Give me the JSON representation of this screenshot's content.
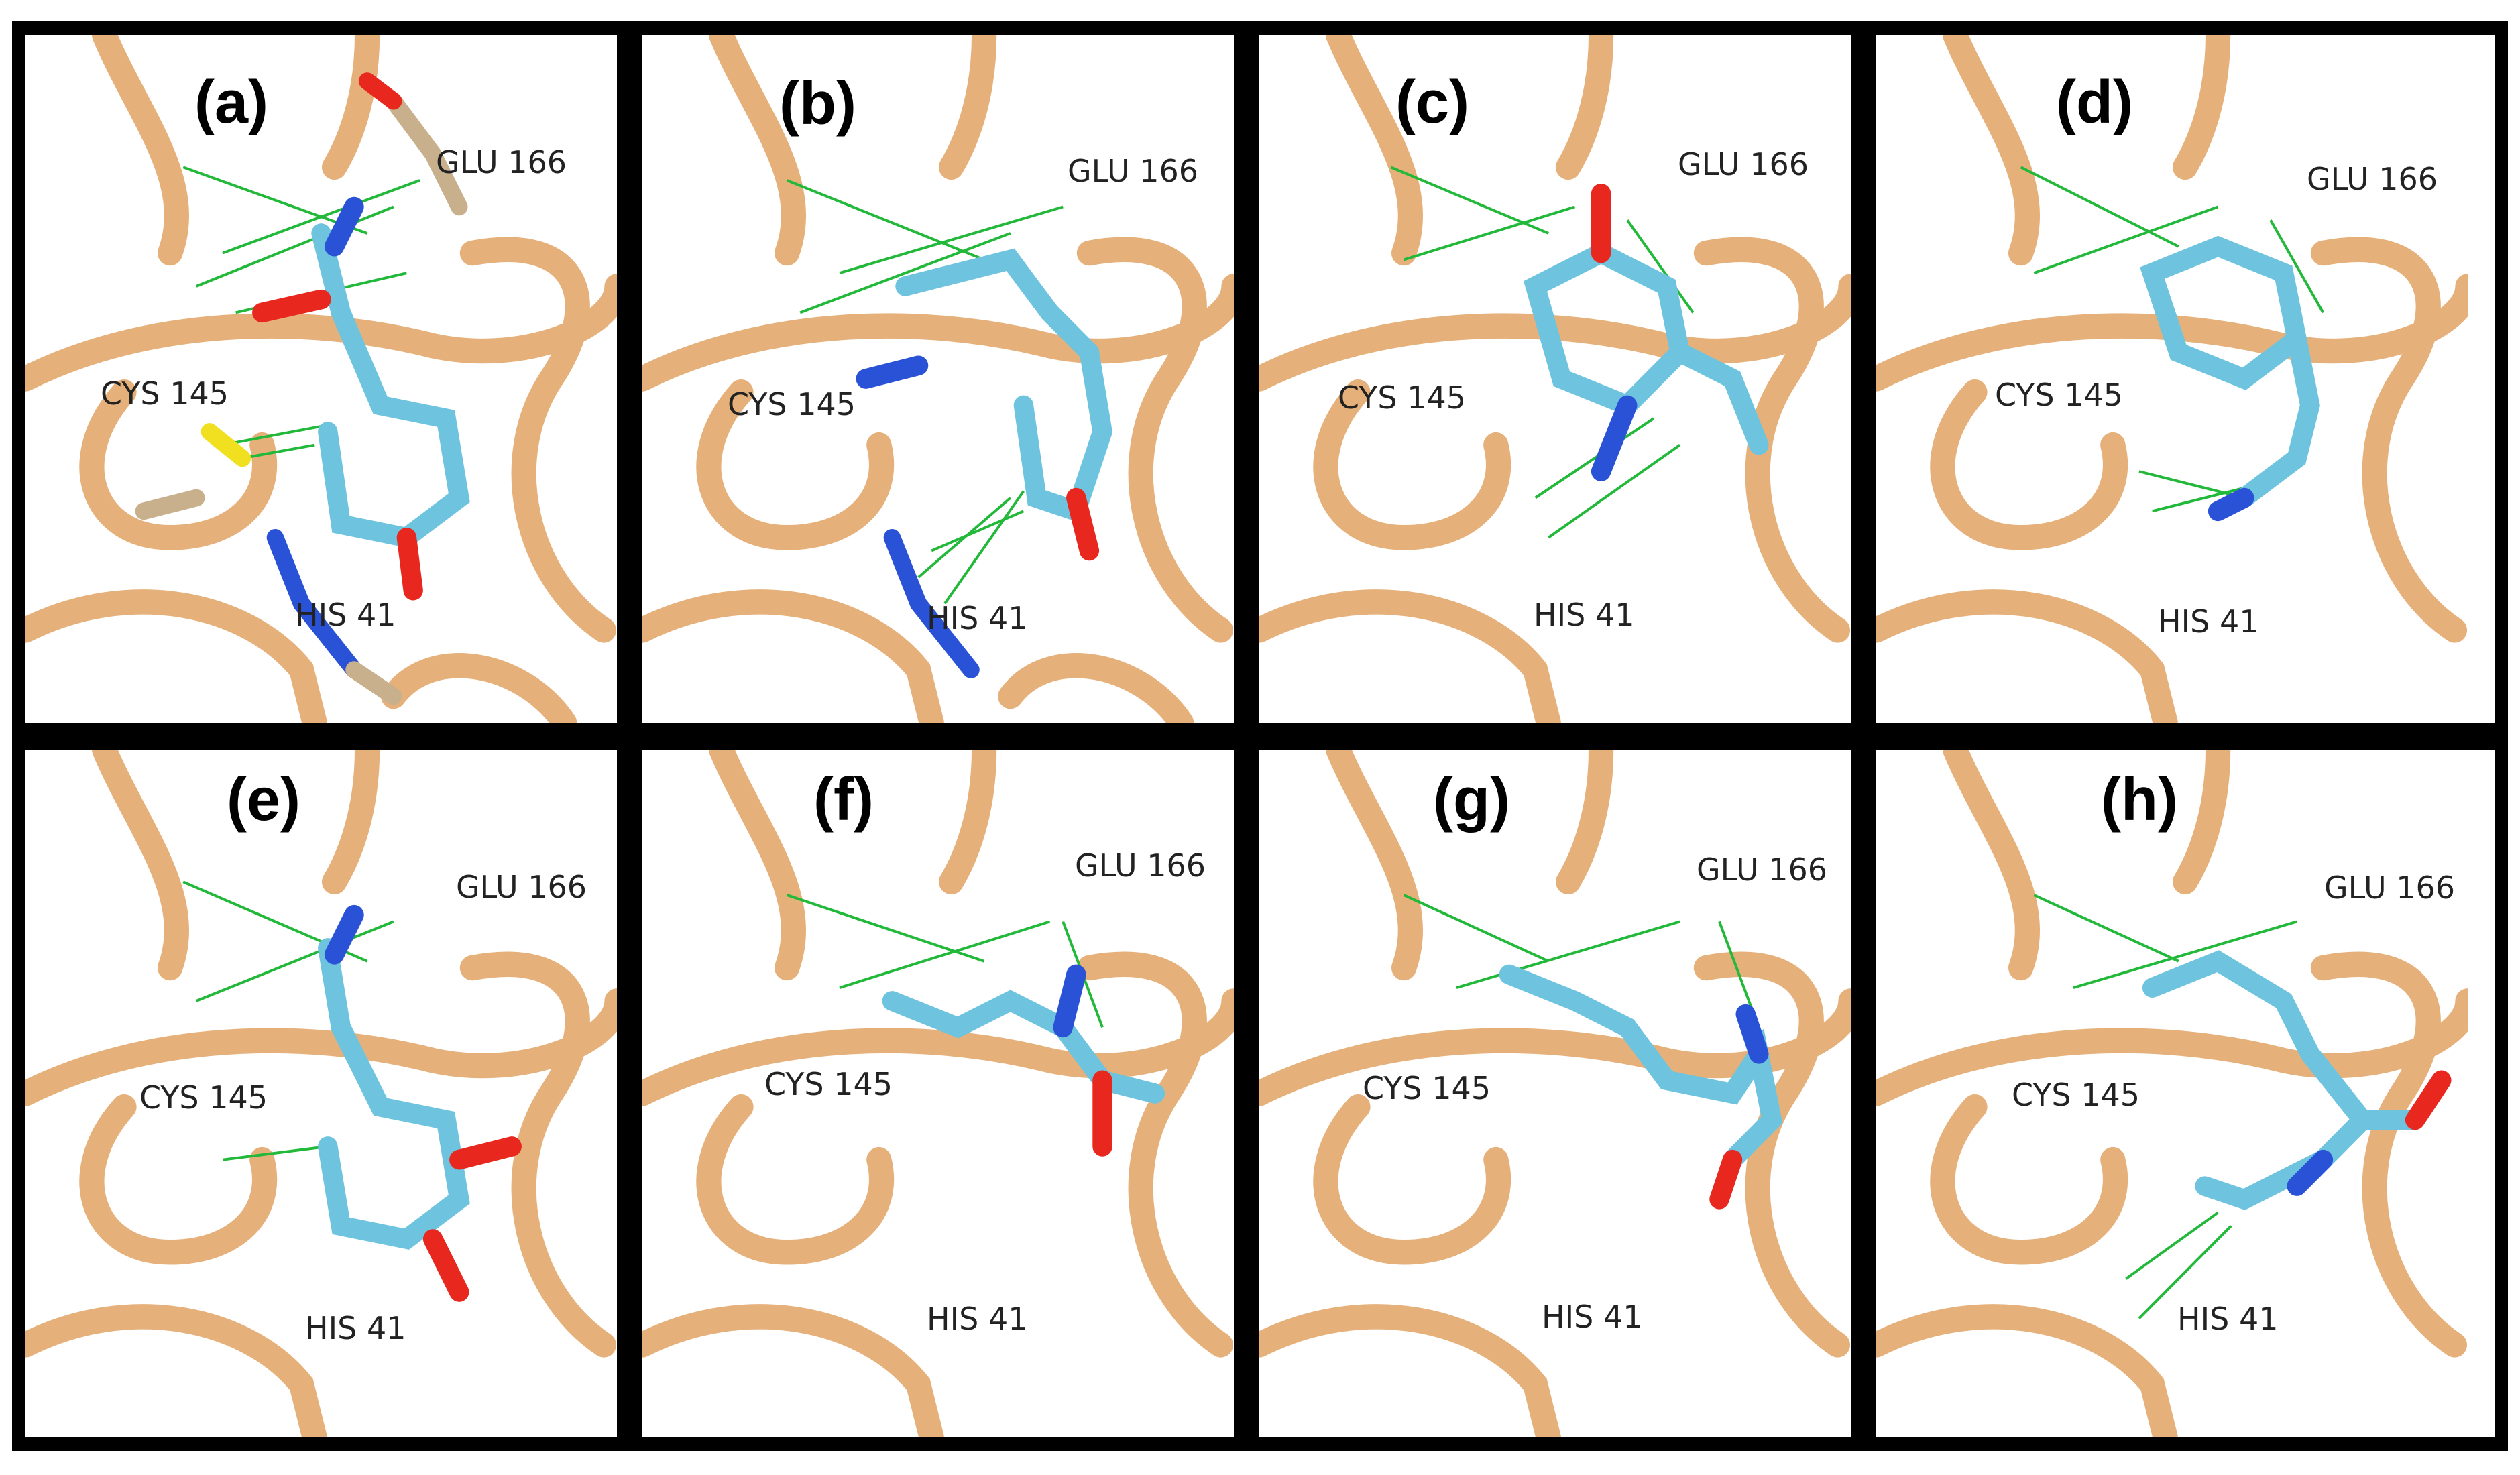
{
  "panels": [
    {
      "label": "(a)"
    },
    {
      "label": "(b)"
    },
    {
      "label": "(c)"
    },
    {
      "label": "(d)"
    },
    {
      "label": "(e)"
    },
    {
      "label": "(f)"
    },
    {
      "label": "(g)"
    },
    {
      "label": "(h)"
    }
  ],
  "residues": {
    "glu": "GLU 166",
    "cys": "CYS 145",
    "his": "HIS 41"
  },
  "colors": {
    "ribbon": "#e6b07a",
    "ribbon_edge": "#c98e55",
    "ligand_carbon": "#6ec4de",
    "oxygen": "#e8281e",
    "nitrogen": "#2a52d6",
    "sulfur": "#f0e020",
    "hydrogen": "#f2f2f2",
    "residue_carbon": "#c9b08c",
    "contact_green": "#22b83a",
    "hbond_blue": "#1f90d8",
    "frame": "#000000"
  }
}
